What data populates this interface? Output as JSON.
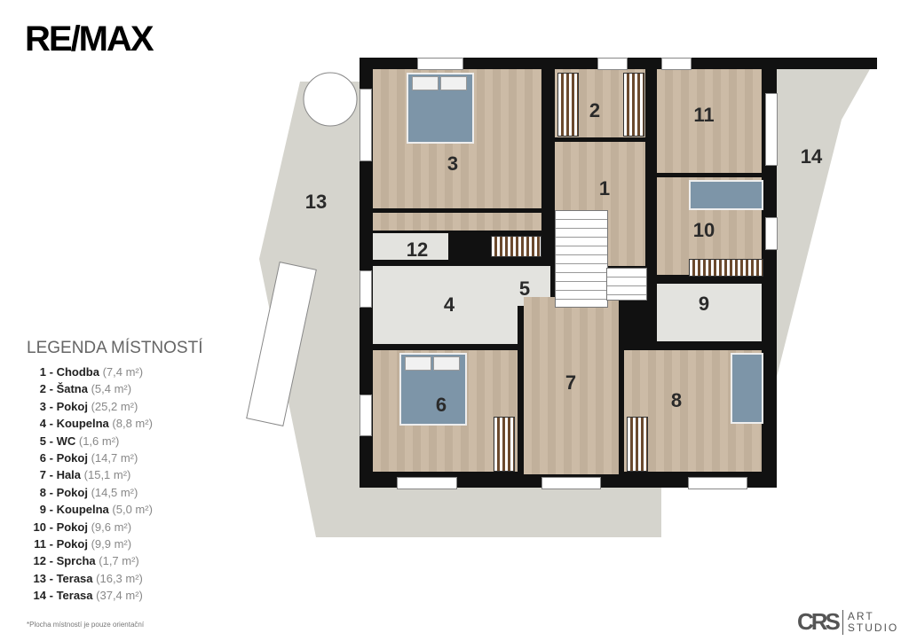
{
  "brand": {
    "logo": "RE/MAX"
  },
  "plan": {
    "rooms": [
      "1",
      "2",
      "3",
      "4",
      "5",
      "6",
      "7",
      "8",
      "9",
      "10",
      "11",
      "12",
      "13",
      "14"
    ]
  },
  "legend": {
    "title": "LEGENDA MÍSTNOSTÍ",
    "items": [
      {
        "num": "1",
        "name": "Chodba",
        "area": "(7,4 m²)"
      },
      {
        "num": "2",
        "name": "Šatna",
        "area": "(5,4 m²)"
      },
      {
        "num": "3",
        "name": "Pokoj",
        "area": "(25,2 m²)"
      },
      {
        "num": "4",
        "name": "Koupelna",
        "area": "(8,8 m²)"
      },
      {
        "num": "5",
        "name": "WC",
        "area": "(1,6 m²)"
      },
      {
        "num": "6",
        "name": "Pokoj",
        "area": "(14,7 m²)"
      },
      {
        "num": "7",
        "name": "Hala",
        "area": "(15,1 m²)"
      },
      {
        "num": "8",
        "name": "Pokoj",
        "area": "(14,5  m²)"
      },
      {
        "num": "9",
        "name": "Koupelna",
        "area": "(5,0 m²)"
      },
      {
        "num": "10",
        "name": "Pokoj",
        "area": "(9,6 m²)"
      },
      {
        "num": "11",
        "name": "Pokoj",
        "area": "(9,9 m²)"
      },
      {
        "num": "12",
        "name": "Sprcha",
        "area": "(1,7 m²)"
      },
      {
        "num": "13",
        "name": "Terasa",
        "area": "(16,3  m²)"
      },
      {
        "num": "14",
        "name": "Terasa",
        "area": "(37,4 m²)"
      }
    ],
    "note": "*Plocha místností je pouze orientační"
  },
  "studio": {
    "mark": "CRS",
    "line1": "ART",
    "line2": "STUDIO"
  }
}
